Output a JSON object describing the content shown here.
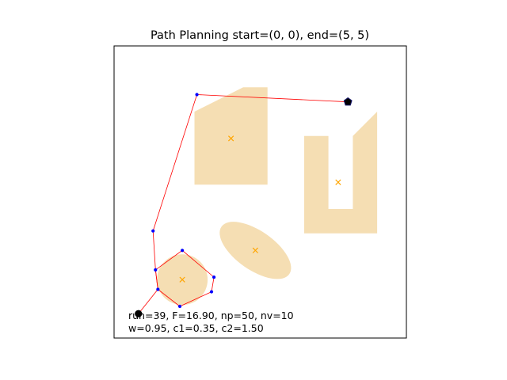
{
  "chart_data": {
    "type": "scatter",
    "title": "Path Planning start=(0, 0), end=(5, 5)",
    "xlabel": "",
    "ylabel": "",
    "xlim": [
      -0.5,
      5.5
    ],
    "ylim": [
      -0.5,
      5.5
    ],
    "axis_ticks": "off",
    "grid": false,
    "colors": {
      "obstacle": "#f5deb3",
      "centroid": "#ffa500",
      "path": "#ff0000",
      "path_nodes": "#0000ff",
      "start": "#000000",
      "end": "#000000"
    },
    "start": [
      0,
      0
    ],
    "end": [
      4.3,
      4.35
    ],
    "obstacles": [
      {
        "shape": "polygon",
        "points": [
          [
            1.15,
            2.65
          ],
          [
            2.65,
            2.65
          ],
          [
            2.65,
            4.65
          ],
          [
            2.15,
            4.65
          ],
          [
            1.15,
            4.15
          ]
        ]
      },
      {
        "shape": "polygon",
        "points": [
          [
            3.4,
            1.65
          ],
          [
            4.9,
            1.65
          ],
          [
            4.9,
            4.15
          ],
          [
            4.4,
            3.65
          ],
          [
            4.4,
            2.15
          ],
          [
            3.9,
            2.15
          ],
          [
            3.9,
            3.65
          ],
          [
            3.4,
            3.65
          ]
        ]
      },
      {
        "shape": "ellipse",
        "center": [
          2.4,
          1.3
        ],
        "width": 1.7,
        "height": 0.8,
        "angle_deg": -35
      },
      {
        "shape": "circle",
        "center": [
          0.9,
          0.7
        ],
        "radius": 0.52
      }
    ],
    "centroids": [
      [
        1.9,
        3.6
      ],
      [
        4.1,
        2.7
      ],
      [
        2.4,
        1.3
      ],
      [
        0.9,
        0.7
      ]
    ],
    "path": [
      [
        0,
        0
      ],
      [
        0.4,
        0.5
      ],
      [
        0.35,
        0.9
      ],
      [
        0.3,
        1.7
      ],
      [
        1.2,
        4.5
      ],
      [
        4.3,
        4.35
      ]
    ],
    "loop": [
      [
        0.35,
        0.9
      ],
      [
        0.9,
        1.3
      ],
      [
        1.55,
        0.75
      ],
      [
        1.5,
        0.45
      ],
      [
        0.85,
        0.15
      ],
      [
        0.4,
        0.5
      ],
      [
        0.35,
        0.9
      ]
    ],
    "annotations": [
      "run=39, F=16.90, np=50, nv=10",
      "w=0.95, c1=0.35, c2=1.50"
    ]
  }
}
